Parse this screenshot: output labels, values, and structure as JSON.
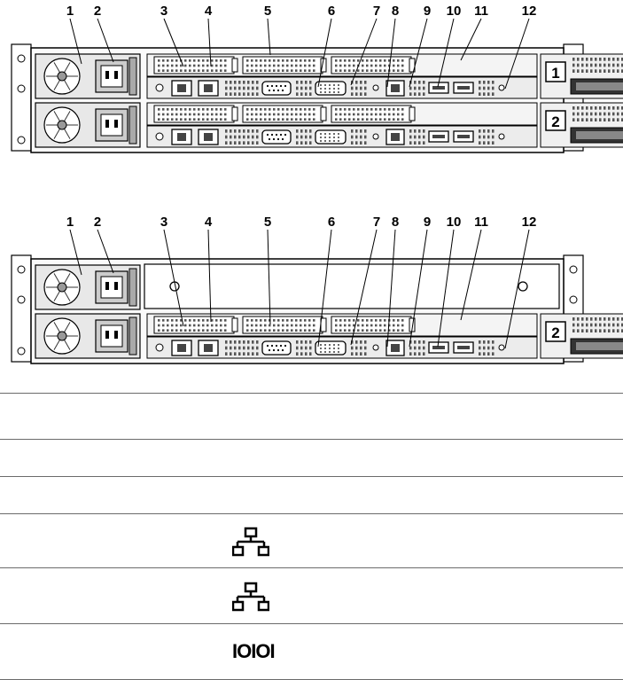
{
  "callouts": [
    "1",
    "2",
    "3",
    "4",
    "5",
    "6",
    "7",
    "8",
    "9",
    "10",
    "11",
    "12"
  ],
  "node_labels": [
    "1",
    "2"
  ],
  "legend_rows": [
    {
      "icon": "",
      "icon_name": ""
    },
    {
      "icon": "",
      "icon_name": ""
    },
    {
      "icon": "",
      "icon_name": ""
    },
    {
      "icon": "network",
      "icon_name": "network-port-icon"
    },
    {
      "icon": "network",
      "icon_name": "network-port-icon"
    },
    {
      "icon": "serial",
      "icon_name": "serial-port-icon",
      "text": "IOIOI"
    }
  ]
}
